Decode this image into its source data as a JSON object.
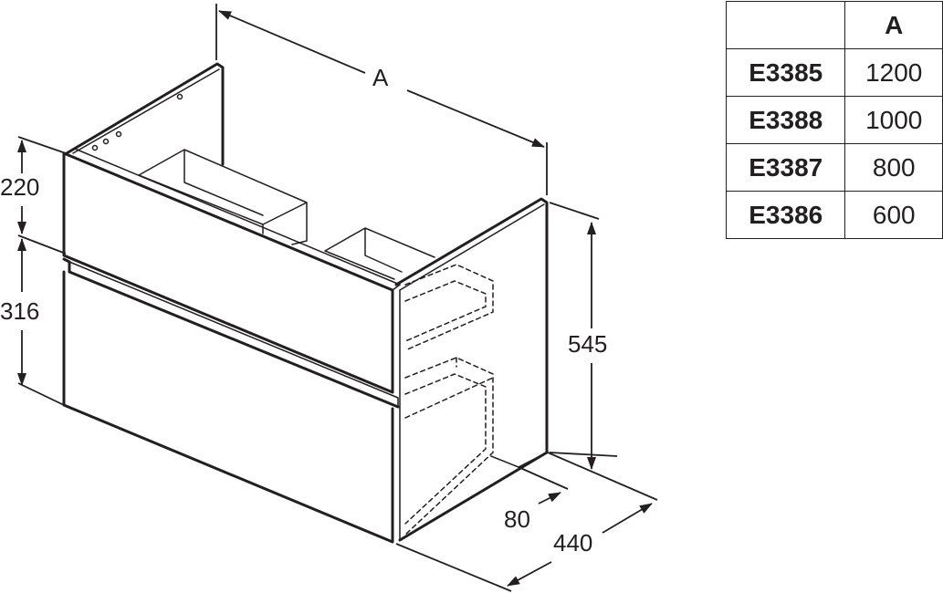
{
  "dimensions": {
    "width_label": "A",
    "top_drawer_height": "220",
    "bottom_drawer_height": "316",
    "total_height": "545",
    "recess_depth": "80",
    "total_depth": "440"
  },
  "table": {
    "header_blank": "",
    "header_col": "A",
    "rows": [
      {
        "code": "E3385",
        "value": "1200"
      },
      {
        "code": "E3388",
        "value": "1000"
      },
      {
        "code": "E3387",
        "value": "800"
      },
      {
        "code": "E3386",
        "value": "600"
      }
    ]
  }
}
